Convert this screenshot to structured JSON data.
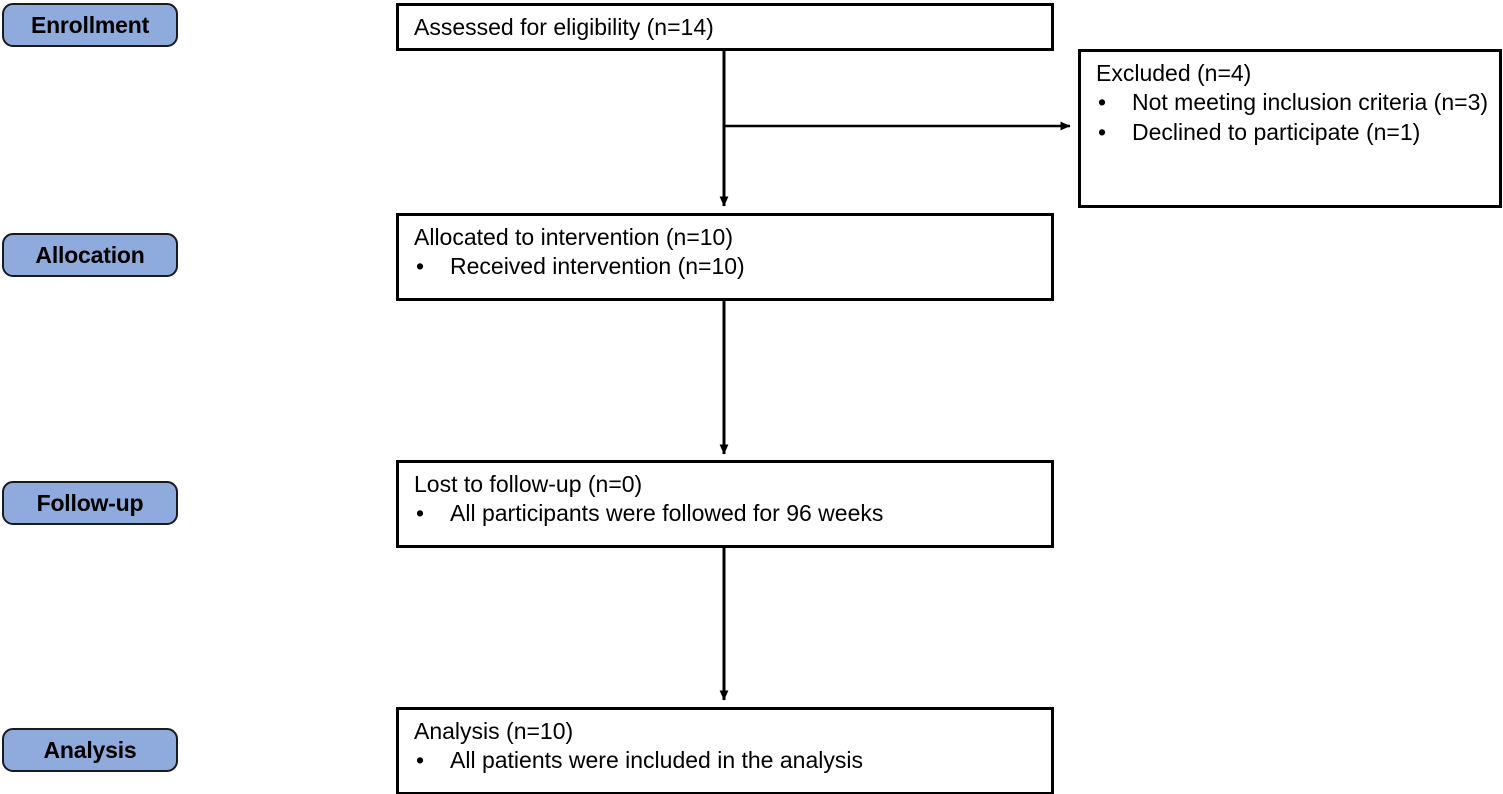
{
  "diagram": {
    "type": "CONSORT participant flow diagram",
    "stages": [
      {
        "id": "enrollment",
        "label": "Enrollment"
      },
      {
        "id": "allocation",
        "label": "Allocation"
      },
      {
        "id": "followup",
        "label": "Follow-up"
      },
      {
        "id": "analysis",
        "label": "Analysis"
      }
    ],
    "boxes": {
      "assessed": {
        "title": "Assessed for eligibility (n=14)",
        "bullets": []
      },
      "excluded": {
        "title": "Excluded (n=4)",
        "bullets": [
          {
            "marker": "•",
            "text": "Not meeting inclusion criteria (n=3)"
          },
          {
            "marker": "•",
            "text": "Declined to participate (n=1)"
          }
        ]
      },
      "allocated": {
        "title": "Allocated to intervention (n=10)",
        "bullets": [
          {
            "marker": "•",
            "text": "Received intervention (n=10)"
          }
        ]
      },
      "lost": {
        "title": "Lost to follow-up (n=0)",
        "bullets": [
          {
            "marker": "•",
            "text": "All participants were followed for 96 weeks"
          }
        ]
      },
      "analysed": {
        "title": "Analysis (n=10)",
        "bullets": [
          {
            "marker": "•",
            "text": "All patients were included in the analysis"
          }
        ]
      }
    },
    "counts": {
      "assessed": 14,
      "excluded_total": 4,
      "excluded_not_meeting_criteria": 3,
      "excluded_declined": 1,
      "allocated": 10,
      "received_intervention": 10,
      "lost_to_followup": 0,
      "followup_weeks": 96,
      "analysed": 10
    },
    "colors": {
      "stage_pill_fill": "#8FAADC",
      "stage_pill_border": "#1a1a1a",
      "box_border": "#000000",
      "box_fill": "#ffffff",
      "connector": "#000000",
      "text": "#000000"
    }
  }
}
